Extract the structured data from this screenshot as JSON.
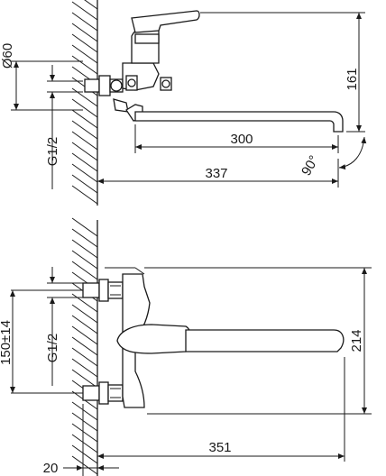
{
  "top_view": {
    "dim_diameter": "Ø60",
    "dim_thread": "G1/2",
    "dim_height": "161",
    "dim_spout": "300",
    "dim_angle": "90°",
    "dim_reach": "337"
  },
  "front_view": {
    "dim_centers": "150±14",
    "dim_thread": "G1/2",
    "dim_height": "214",
    "dim_reach": "351",
    "dim_wall": "20"
  }
}
